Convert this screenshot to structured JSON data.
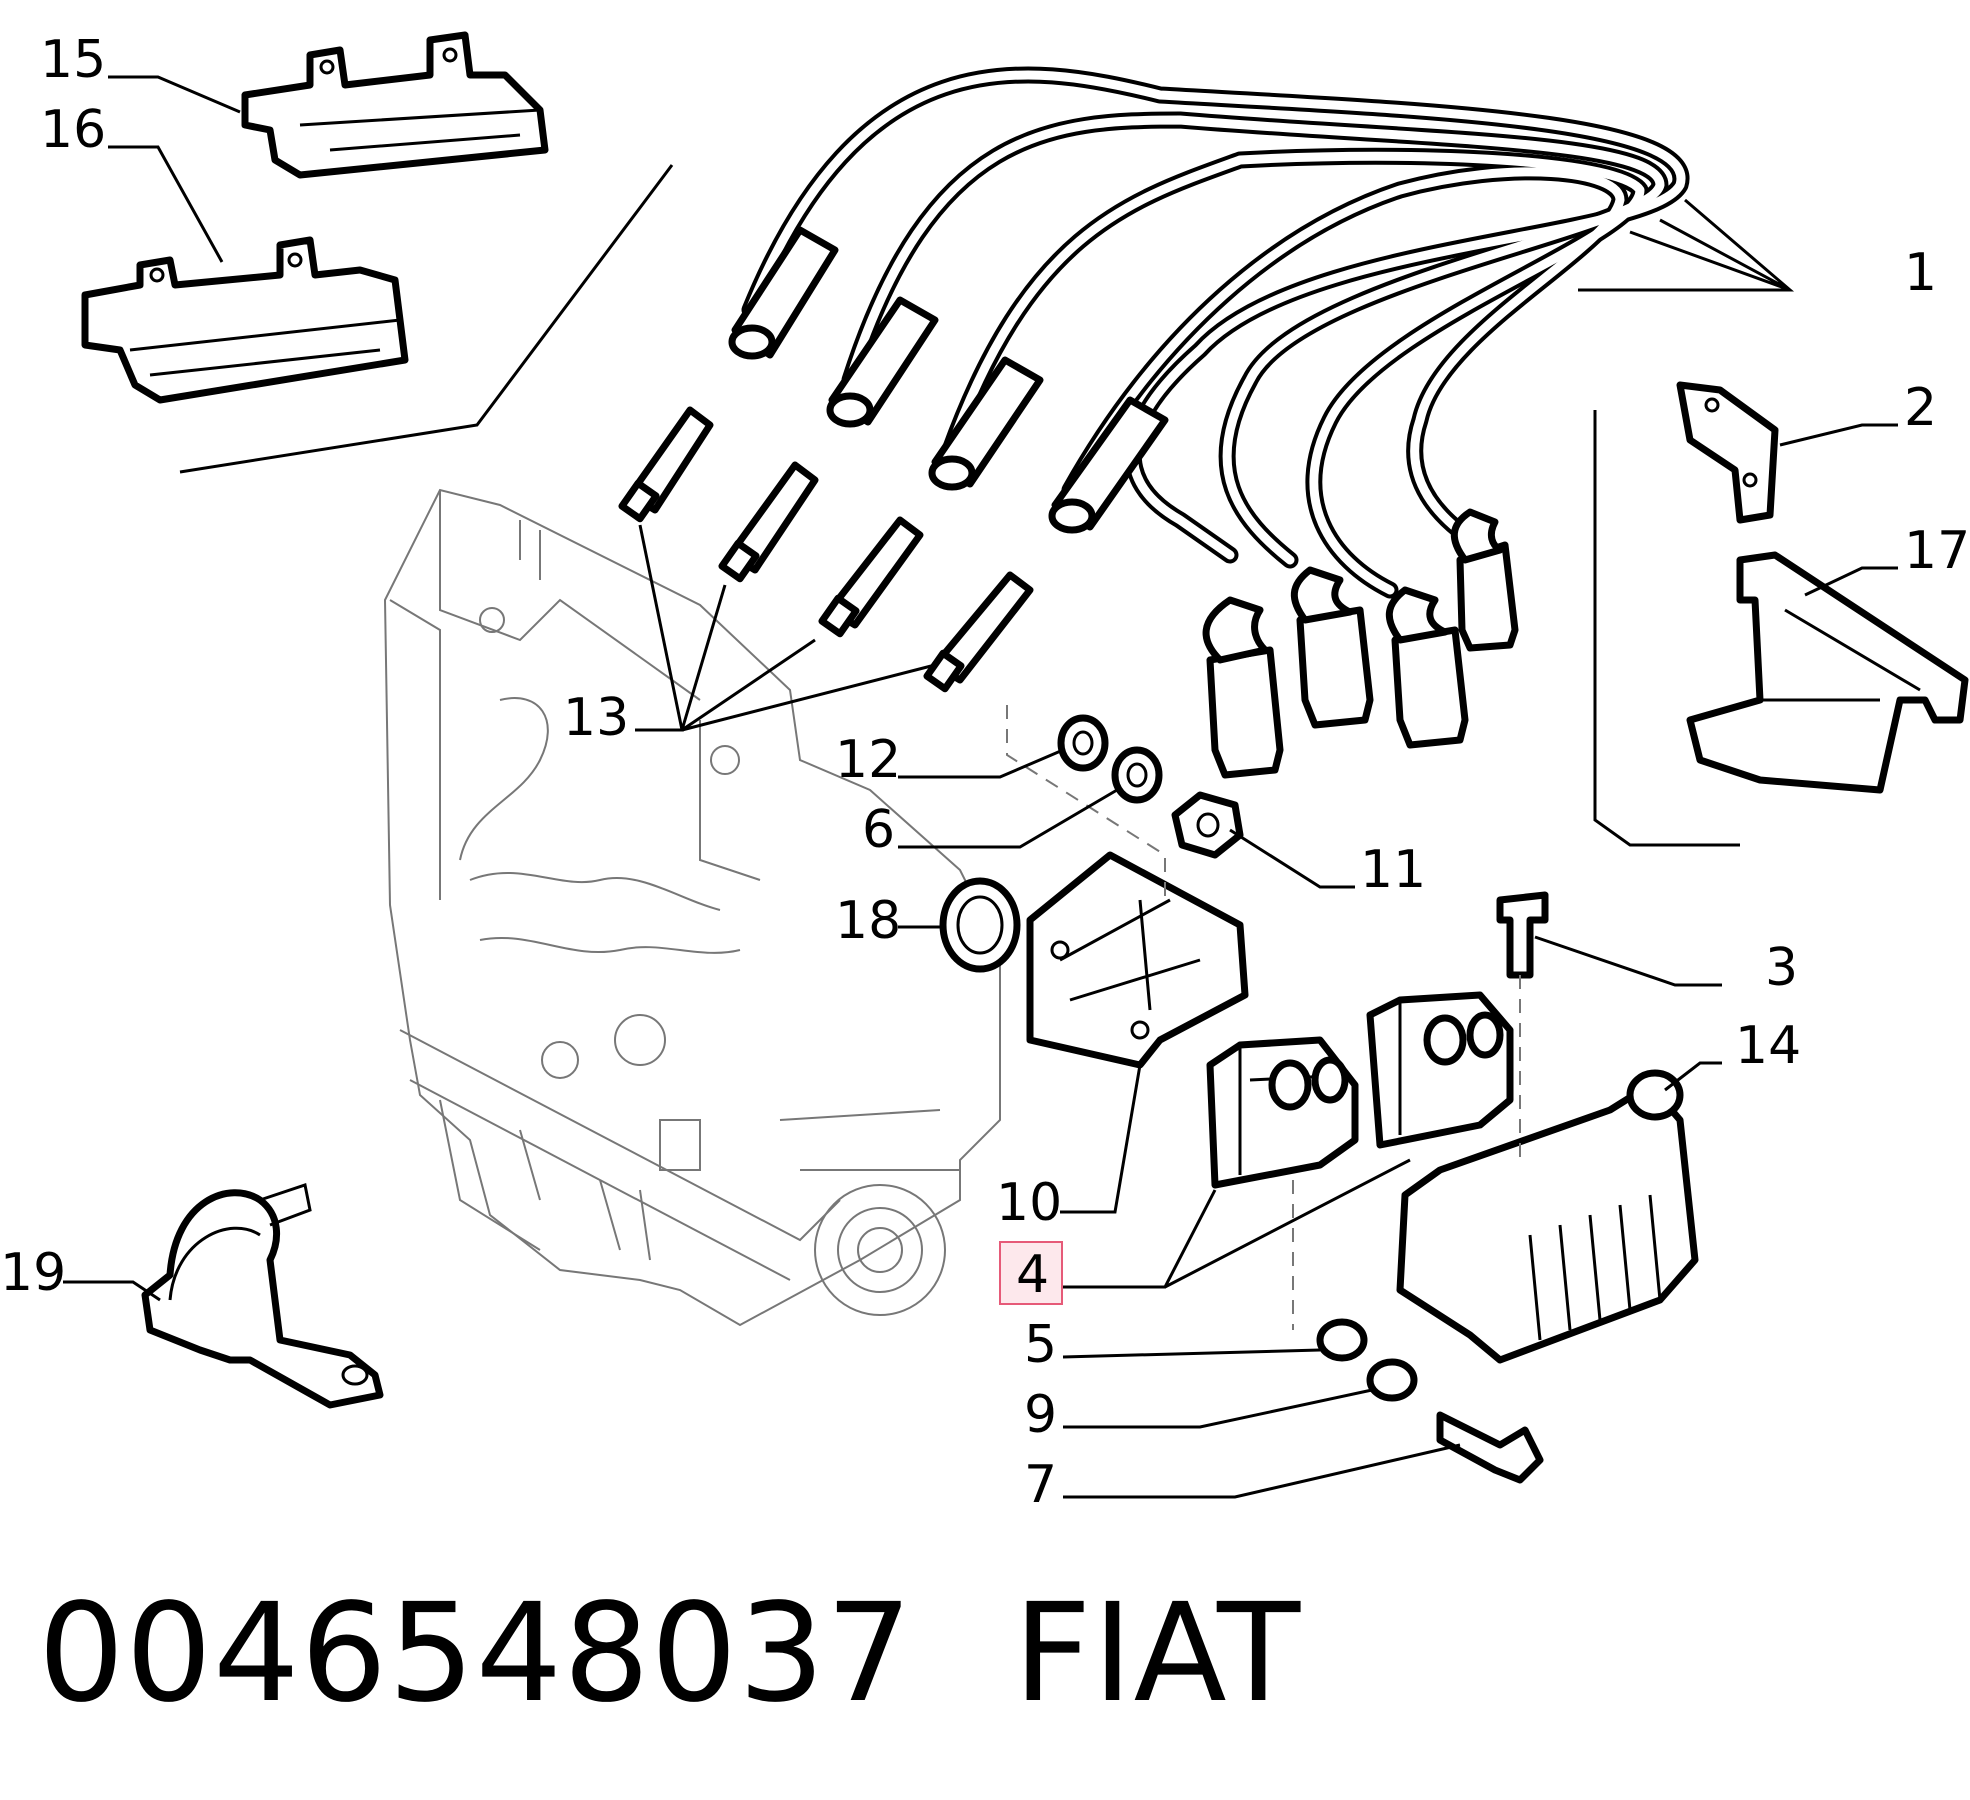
{
  "diagram": {
    "callouts": [
      {
        "id": "15",
        "label": "15"
      },
      {
        "id": "16",
        "label": "16"
      },
      {
        "id": "1",
        "label": "1"
      },
      {
        "id": "2",
        "label": "2"
      },
      {
        "id": "17",
        "label": "17"
      },
      {
        "id": "13",
        "label": "13"
      },
      {
        "id": "12",
        "label": "12"
      },
      {
        "id": "6",
        "label": "6"
      },
      {
        "id": "11",
        "label": "11"
      },
      {
        "id": "18",
        "label": "18"
      },
      {
        "id": "3",
        "label": "3"
      },
      {
        "id": "14",
        "label": "14"
      },
      {
        "id": "10",
        "label": "10"
      },
      {
        "id": "19",
        "label": "19"
      },
      {
        "id": "4",
        "label": "4"
      },
      {
        "id": "5",
        "label": "5"
      },
      {
        "id": "9",
        "label": "9"
      },
      {
        "id": "7",
        "label": "7"
      }
    ],
    "highlighted_callout": "4",
    "highlight_color": "#e65a78"
  },
  "footer": {
    "part_number": "0046548037",
    "brand": "FIAT"
  }
}
